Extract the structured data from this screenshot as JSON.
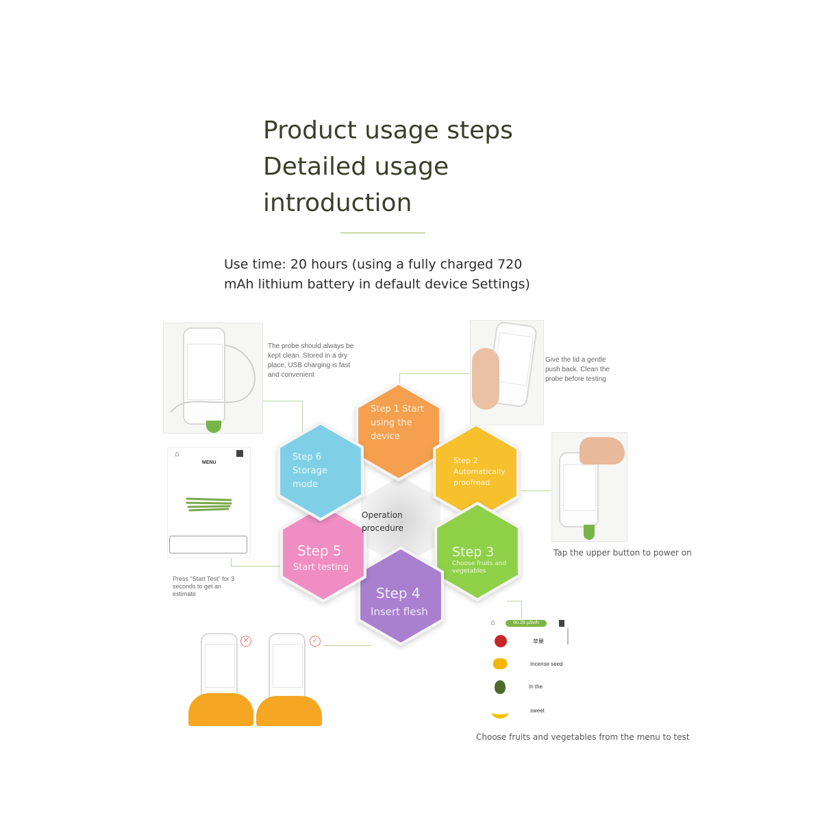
{
  "title": {
    "line1": "Product usage steps",
    "line2": "Detailed usage",
    "line3": "introduction"
  },
  "use_time": {
    "line1": "Use time: 20 hours (using a fully charged 720",
    "line2": "mAh lithium battery in default device Settings)"
  },
  "center": {
    "line1": "Operation",
    "line2": "procedure"
  },
  "steps": [
    {
      "line1": "Step 1 Start",
      "line2": "using the",
      "line3": "device",
      "color": "#f4a04f"
    },
    {
      "line1": "Step 2",
      "line2": "Automatically",
      "line3": "proofread",
      "color": "#f7c12d"
    },
    {
      "line1": "Step 3",
      "line2": "Choose fruits and",
      "line3": "vegetables",
      "color": "#8fd049"
    },
    {
      "line1": "Step 4",
      "line2": "Insert flesh",
      "color": "#a97fd0"
    },
    {
      "line1": "Step 5",
      "line2": "Start testing",
      "color": "#f08ec4"
    },
    {
      "line1": "Step 6",
      "line2": "Storage",
      "line3": "mode",
      "color": "#7fd0e6"
    }
  ],
  "notes": {
    "probe_clean": {
      "l1": "The probe should always be",
      "l2": "kept clean. Stored in a dry",
      "l3": "place, USB charging is fast",
      "l4": "and convenient"
    },
    "lid": {
      "l1": "Give the lid a gentle",
      "l2": "push back. Clean the",
      "l3": "probe before testing"
    },
    "power_on": "Tap the upper button to power on",
    "start_test": {
      "l1": "Press \"Start Test\" for 3",
      "l2": "seconds to get an",
      "l3": "estimate"
    },
    "choose": "Choose fruits and vegetables from the menu to test"
  },
  "menu_screen": {
    "header_value": "00.28 μSv/h",
    "items": [
      {
        "label": "苹果",
        "icon": "apple-icon"
      },
      {
        "label": "Incense seed",
        "icon": "orange-icon"
      },
      {
        "label": "In the",
        "icon": "avocado-icon"
      },
      {
        "label": "sweet",
        "icon": "banana-icon"
      }
    ]
  },
  "storage_screen": {
    "label": "MENU"
  }
}
